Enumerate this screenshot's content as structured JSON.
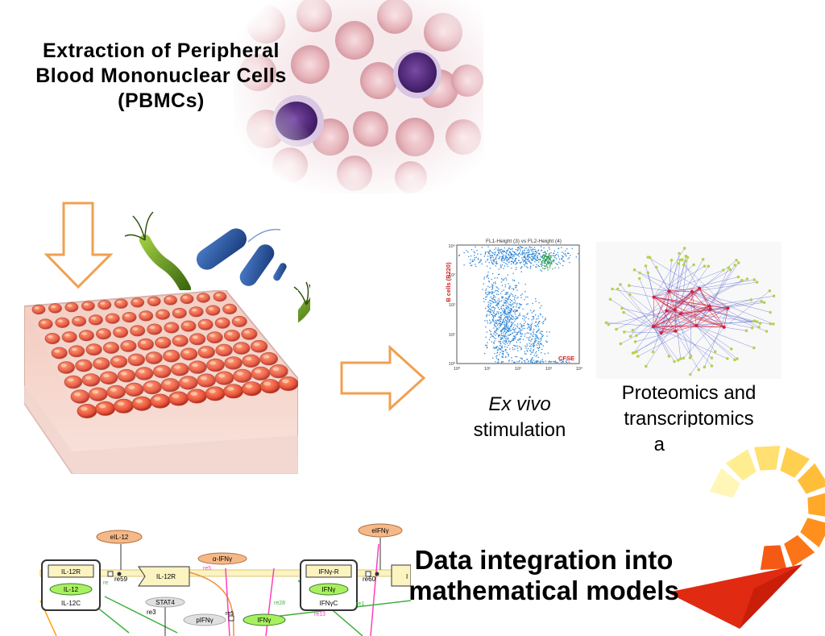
{
  "pbmc_title": {
    "line1": "Extraction of Peripheral",
    "line2": "Blood Mononuclear Cells",
    "line3": "(PBMCs)"
  },
  "stimulation": {
    "line1": "Ex vivo",
    "line2": "stimulation"
  },
  "omics": {
    "line1": "Proteomics and",
    "line2": "transcriptomics",
    "line3": "analysis"
  },
  "integration": {
    "line1": "Data integration into",
    "line2": "mathematical models"
  },
  "flow_plot": {
    "title": "FL1-Height (3) vs FL2-Height (4)",
    "ylabel": "B cells (B220)",
    "xlabel": "CFSE",
    "xticks": [
      "10⁰",
      "10¹",
      "10²",
      "10³",
      "10⁴"
    ],
    "yticks": [
      "10⁰",
      "10¹",
      "10²",
      "10³",
      "10⁴"
    ]
  },
  "model_diagram": {
    "nodes": [
      "eIL-12",
      "eIFNγ",
      "IL-12R",
      "IL-12",
      "IL-12C",
      "IL-12R",
      "α-IFNγ",
      "STAT4",
      "pIFNγ",
      "IFNγ",
      "IFNγ-R",
      "IFNγ",
      "IFNγC",
      "I"
    ],
    "reactions": [
      "re59",
      "re5",
      "re3",
      "re5",
      "re28",
      "re60",
      "re13",
      "re1",
      "re"
    ]
  },
  "colors": {
    "arrow_outline": "#f0a050",
    "cell_nucleus": "#5a2d82",
    "plate_liquid": "#e8503a",
    "network_red": "#d02040",
    "network_blue": "#5060d0",
    "node_green": "#b8d050",
    "model_yellow": "#fbf3c0",
    "model_green": "#a8f060"
  },
  "icons": [
    "down-arrow-icon",
    "right-arrow-icon",
    "cycle-arrow-icon",
    "bacteria-icon"
  ]
}
